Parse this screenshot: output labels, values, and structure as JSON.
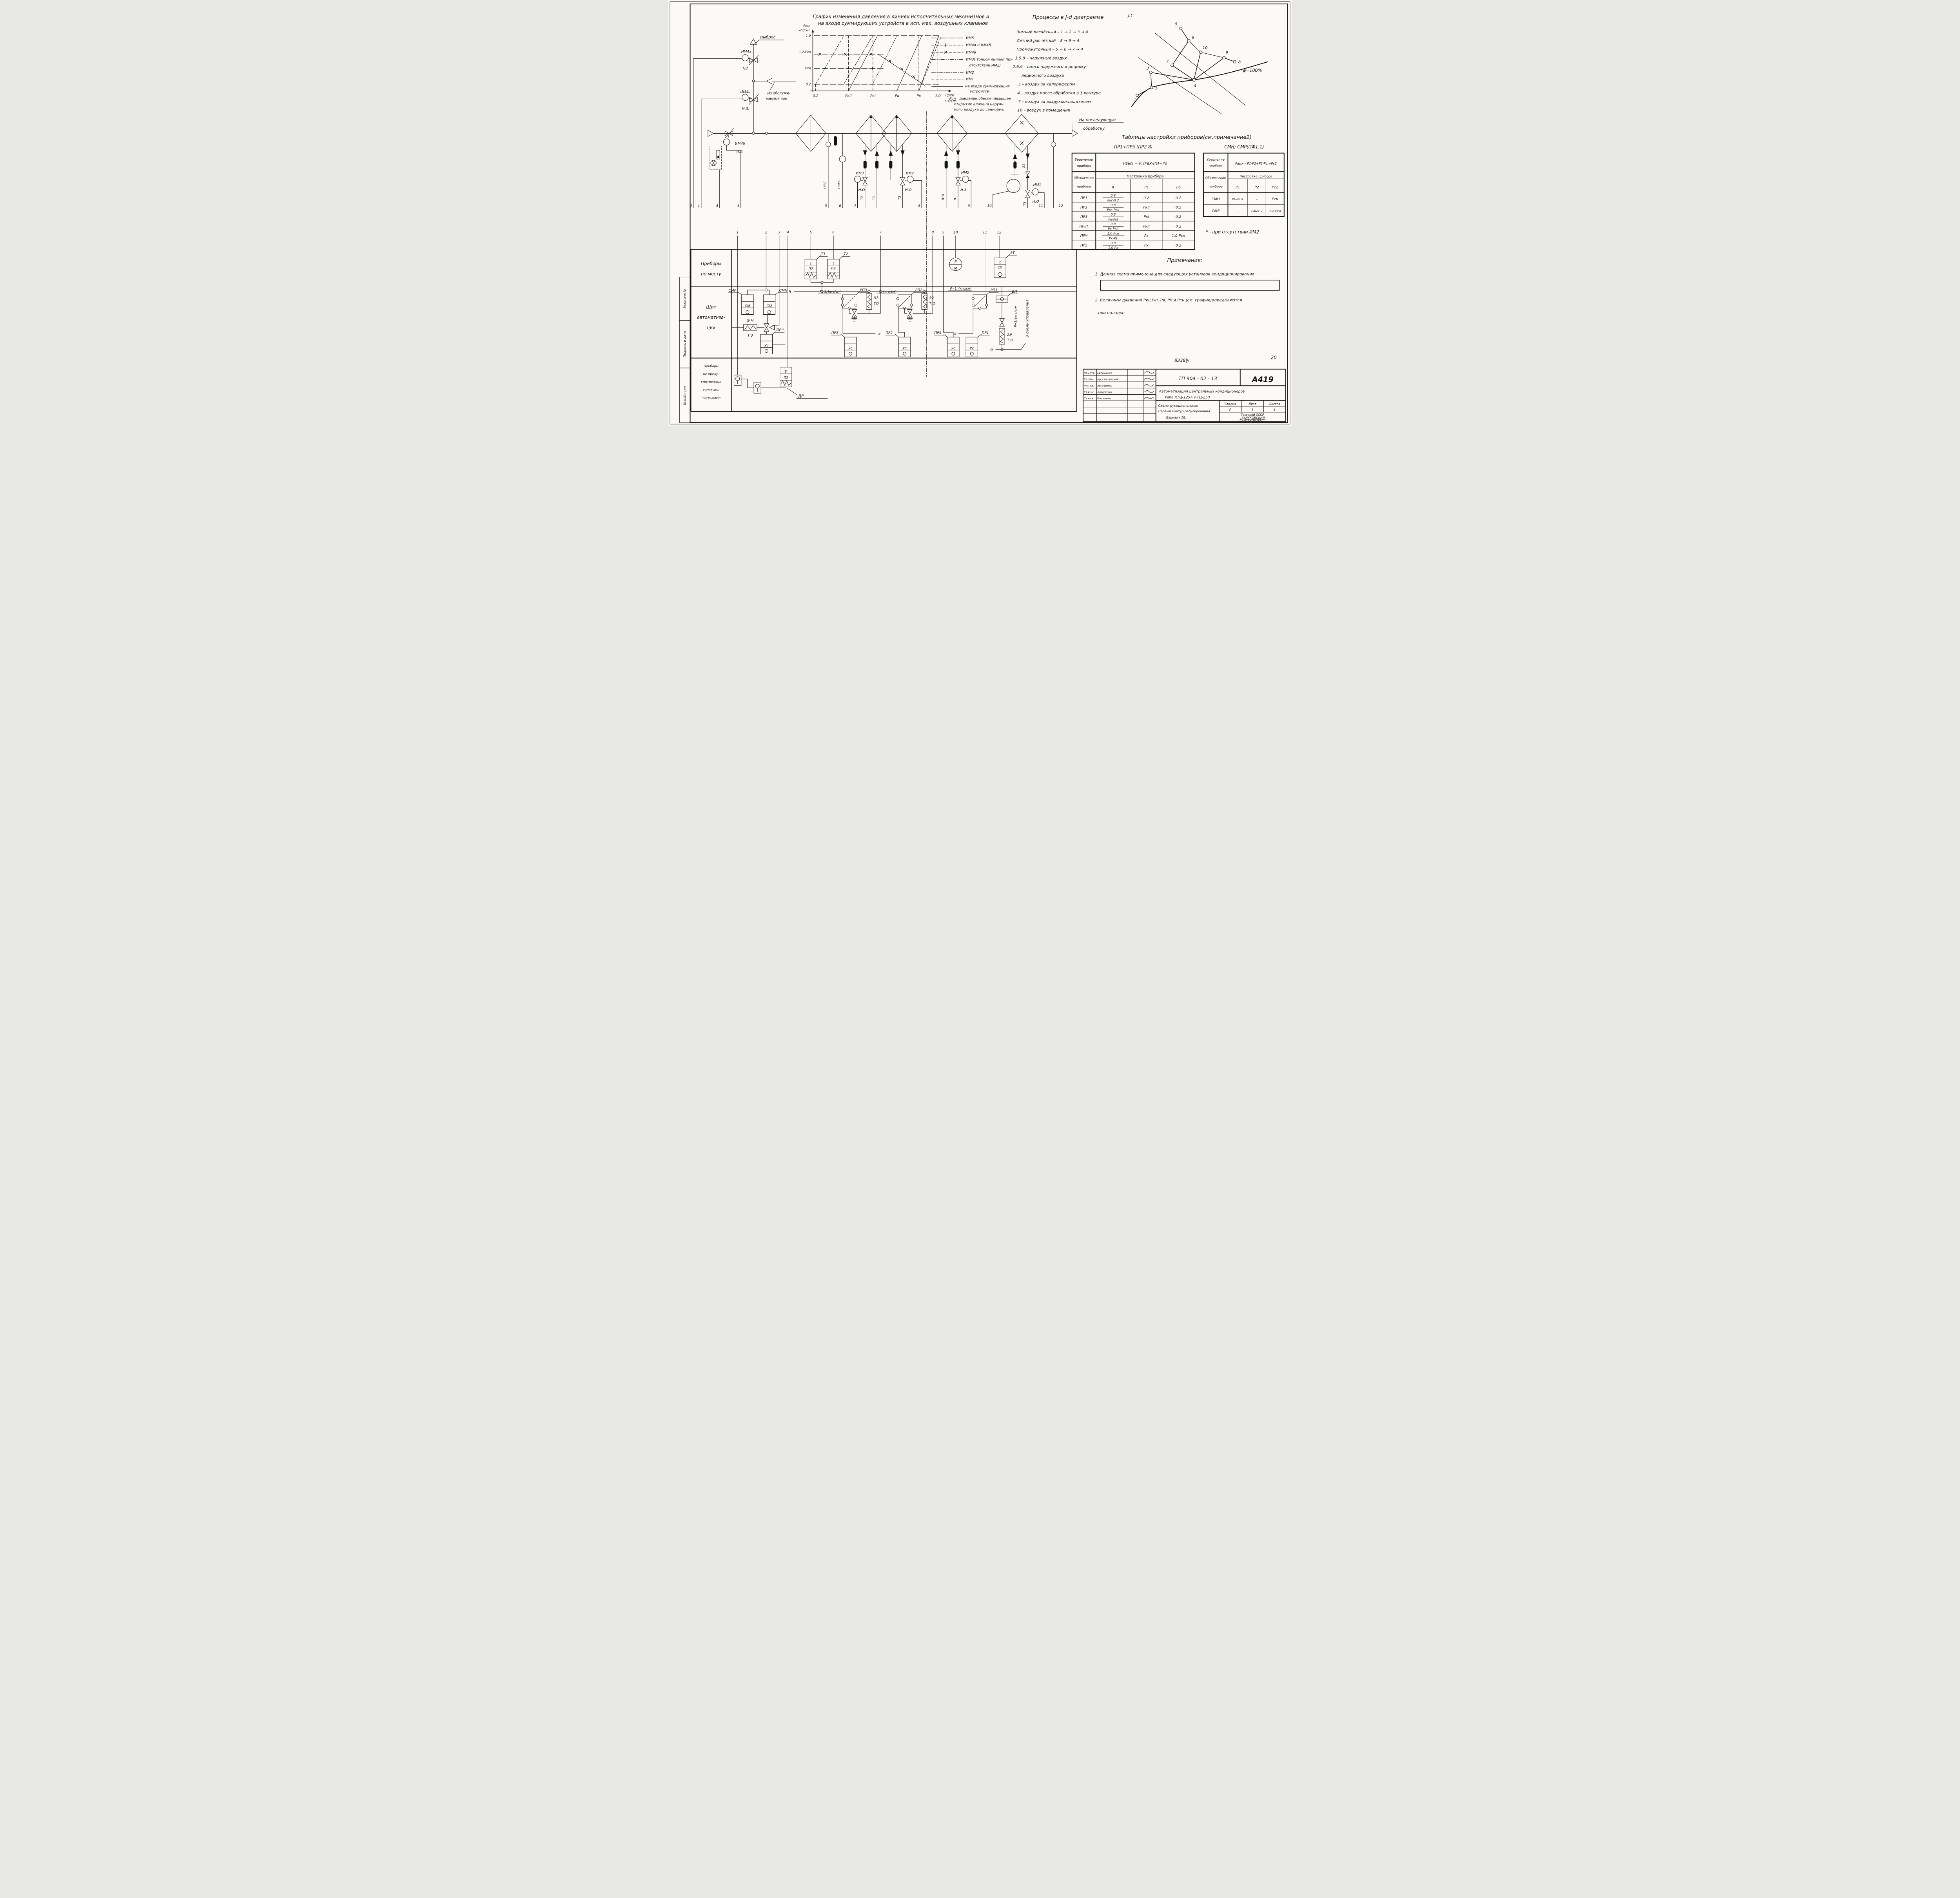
{
  "frame": {
    "doc_number": "8338|ч",
    "sheet_number": "20"
  },
  "margin_stamps": {
    "s1": "Инв.№подл.",
    "s2": "Подпись и дата",
    "s3": "Взам.инв.№"
  },
  "graph": {
    "title1": "График изменения давления в линиях исполнительных механизмов и",
    "title2": "на входе  суммирующих устройств в исп. мех. воздушных клапанов",
    "y_label1": "Рим",
    "y_label2": "кгс/см²",
    "y_ticks": [
      "1.0",
      "1.2-Рсн",
      "Рсн",
      "0.2"
    ],
    "x_ticks": [
      "0.2",
      "РкII",
      "РкI",
      "Рв",
      "Рк",
      "1.0"
    ],
    "x_label1": "Ррек",
    "x_label2": "кгс/см²",
    "legend": [
      "ИМ5",
      "ИМ4а и ИМ4б",
      "ИМ4в",
      "ИМ3( тонкой линией при",
      "отсутствии ИМ2)",
      "ИМ2",
      "ИМ1",
      "на входе суммирующих",
      "устройств"
    ],
    "psn1": "Рсн - давление,обеспечивающее",
    "psn2": "открытие клапана наруж-",
    "psn3": "ного воздуха до саннормы"
  },
  "chart_data": {
    "type": "line",
    "title": "График изменения давления в линиях исполнительных механизмов и на входе суммирующих устройств в исп. мех. воздушных клапанов",
    "xlabel": "Ррек, кгс/см²",
    "ylabel": "Рим, кгс/см²",
    "x_ticks": [
      "0.2",
      "РкII",
      "РкI",
      "Рв",
      "Рк",
      "1.0"
    ],
    "y_ticks": [
      "0.2",
      "Рсн",
      "1.2-Рсн",
      "1.0"
    ],
    "series": [
      "ИМ5",
      "ИМ4а и ИМ4б",
      "ИМ4в",
      "ИМ3",
      "ИМ2",
      "ИМ1",
      "на входе суммирующих устройств"
    ],
    "description": "Пилообразные характеристики: давление в линии каждого ИМ растёт от 0.2 до 1.0 кгс/см² на своём участке диапазона Ррек с границами РкII, РкI, Рв, Рк"
  },
  "processes": {
    "title": "Процессы в J-d диаграмме",
    "lines": [
      "Зимний  расчётный – 1 → 2 → 3 → 4",
      "Летний  расчётный – 8 → 9 → 4",
      "Промежуточный  – 5 → 6 → 7 → 4",
      "1.5.8 –  наружный  воздух",
      "2.6.9 –  смесь  наружного  и  рецирку-",
      "ляционного  воздуха",
      "3 –  воздух  за  калорифером",
      "4 – воздух после обработки в 1 контуре",
      "7 – воздух за воздухоохладителем",
      "10 – воздух в помещении"
    ]
  },
  "jd": {
    "corner": "J,t",
    "phi": "φ=100%",
    "n1": "1",
    "n2": "2",
    "n3": "3",
    "n4": "4",
    "n5": "5",
    "n6": "6",
    "n7": "7",
    "n8": "8",
    "n9": "9",
    "n10": "10"
  },
  "tables": {
    "main_title": "Таблицы настройки приборов(см.примечание2)",
    "t1_subtitle": "ПР1÷ПР5 (ПР2.8)",
    "t2_subtitle": "СМН; СМР(ПФ1.1)",
    "t1": {
      "eq1": "Уравнение",
      "eq2": "прибора",
      "equation": "Рвых = К (Рвх-Рз)+Ро",
      "des1": "Обозначение",
      "des2": "прибора",
      "setting": "Настройка прибора",
      "col_k": "К",
      "col_pz": "Рз",
      "col_po": "Ро",
      "rows": [
        {
          "name": "ПР1",
          "kn": "0.8",
          "kd": "Ркг-0.2",
          "pz": "0.2",
          "po": "0.2"
        },
        {
          "name": "ПР2",
          "kn": "0.8",
          "kd": "Ркг-РкII",
          "pz": "РкII",
          "po": "0.2"
        },
        {
          "name": "ПР3",
          "kn": "0.8",
          "kd": "Рв-РкI",
          "pz": "РкI",
          "po": "0.2"
        },
        {
          "name": "ПР3*",
          "kn": "0.8",
          "kd": "Рв-РкII",
          "pz": "РкII",
          "po": "0.2"
        },
        {
          "name": "ПРЧ",
          "kn": "1.0-Рсн",
          "kd": "Рх-Рв",
          "pz": "Рх",
          "po": "1.0-Рсн"
        },
        {
          "name": "ПР5",
          "kn": "0.8",
          "kd": "1.0-Рх",
          "pz": "Рх",
          "po": "0.2"
        }
      ]
    },
    "t2": {
      "eq1": "Уравнение",
      "eq2": "прибора",
      "equation": "Рвых= Р1-Р2+Р3-Рс,+Рс2",
      "des1": "Обозначение",
      "des2": "прибора",
      "setting": "Настройка прибора",
      "col_p1": "Р1",
      "col_p2": "Р2",
      "col_pc2": "Рс2",
      "rows": [
        {
          "name": "СМН",
          "p1": "Рвых ч.",
          "p2": "–",
          "pc2": "Рсн"
        },
        {
          "name": "СМР",
          "p1": "–",
          "p2": "Рвых ч",
          "pc2": "1.2·Рсн"
        }
      ]
    },
    "footnote": "* - при отсутствии ИМ2"
  },
  "notes": {
    "title": "Примечания:",
    "n1": "1. Данная схема  применена  для  следующих  установок кондиционирования",
    "n2a": "2. Величины     давлений   РкII,РкI, Рв,  Рх и Рсн (см. график)определяются",
    "n2b": "при наладке"
  },
  "sch": {
    "vybros": "Выброс",
    "im4a": "ИМ4а",
    "im4a_s": "НЗ",
    "im4v": "ИМ4в",
    "im4v_s": "Н.З.",
    "zones1": "Из обслужи-",
    "zones2": "ваемых зон",
    "im4b": "ИМ4б",
    "im4b_s": "Н.З,",
    "im3": "ИМ3",
    "im3_s": "Н.О",
    "im2": "ИМ2",
    "im2_s": "Н.О",
    "im5": "ИМ5",
    "im5_s": "Н.З.",
    "im1": "ИМ1",
    "im1_s": "Н.О",
    "next1": "На последующую",
    "next2": "обработку",
    "tp3": "+3°С",
    "tp30": "+30°С",
    "t1": "Т1",
    "t2": "Т2",
    "t2b": "Т2",
    "v10": "В10",
    "v11": "В11",
    "v3": "ВЗ",
    "t5": "Т5",
    "nums_top": [
      "2",
      "1",
      "4",
      "3",
      "5",
      "6",
      "7",
      "8",
      "9",
      "10",
      "11",
      "12"
    ],
    "nums_mid": [
      "1",
      "2",
      "3",
      "4",
      "5",
      "6",
      "7",
      "8",
      "9",
      "10",
      "11",
      "12"
    ]
  },
  "bands": {
    "row1a": "Приборы",
    "row1b": "по месту",
    "row2a": "Щит",
    "row2b": "автоматиза-",
    "row2c": "ции",
    "row3": [
      "Приборы",
      "не преду-",
      "смотренные",
      "типовыми",
      "чертежами"
    ],
    "t1_tag": "Т1",
    "t2_tag": "Т2",
    "t_cell": "t",
    "pz_cell": "ПЗ",
    "pm_p": "Р",
    "pm_m": "М",
    "zt_tag": "ЗТ",
    "zt_t": "t",
    "zt_sp": "СП",
    "smr_tag": "СМР",
    "smn_tag": "СМН",
    "sm_cell": "СМ",
    "e4_tag": "Э Ч",
    "t3_tag": "Т.3",
    "prch_tag": "ПРЧ",
    "us_cell": "Ус",
    "rp3_tag": "РПЗ",
    "e3_tag": "ЭЗ",
    "e3_s": "ТО",
    "rp2_tag": "РП2",
    "e2_tag": "Э2",
    "e2_s": "Т.О",
    "rp1_tag": "РП1",
    "bp_tag": "БП",
    "e2e_tag": "2Э",
    "e2e_s": "Т.О",
    "ctrl": "В схему управления",
    "p1": "Р=1.4кгс/см²",
    "p2": "1.4кгс/см²",
    "p3": "Р=1.4кгс/см²",
    "p4": "Р=1.4кгс/см²",
    "pr3_tag": "ПРЗ",
    "pr2_tag": "ПР2",
    "pr5_tag": "ПР5",
    "pr1_tag": "ПР1",
    "a1": "а",
    "a2": "а",
    "b1": "б",
    "b2": "б",
    "u_cell": "У",
    "dr_tag": "ДР"
  },
  "title_block": {
    "code": "ТП   904 - 02 - 13",
    "doc": "А419",
    "title1": "Автоматизация центральных кондиционеров",
    "title2": "типа  КТЦ-125÷ КТЦ-250",
    "scheme1": "Схема функциональная",
    "scheme2": "Первый контур регулирования",
    "scheme3": "Вариант 18.",
    "org1": "Госстрой СССР",
    "org2": "„ХАРЬКОВСКИЙ",
    "org3": "САНТЕХПРОЕКТ”",
    "stage_h": "Стадия",
    "sheet_h": "Лист",
    "sheets_h": "Листов",
    "stage": "Р",
    "sheet": "1",
    "sheets": "1",
    "sigs": [
      {
        "role": "Нач.отд",
        "name": "Евтушенко"
      },
      {
        "role": "Гл.спец.",
        "name": "Кростошевский"
      },
      {
        "role": "Рук. гр.",
        "name": "Зингерман"
      },
      {
        "role": "Ст.инж",
        "name": "Лазаренко"
      },
      {
        "role": "Ст.инж",
        "name": "Клименко"
      }
    ]
  }
}
